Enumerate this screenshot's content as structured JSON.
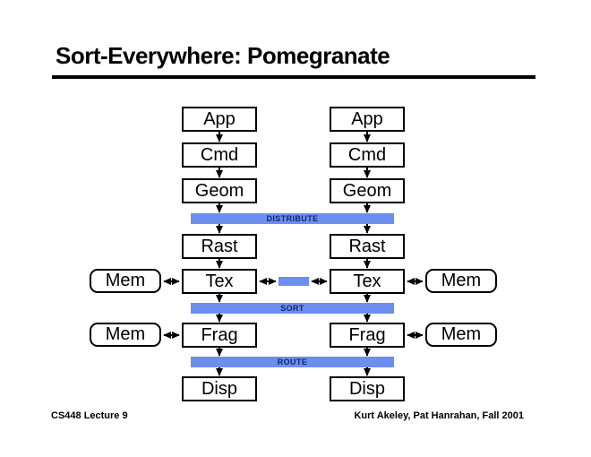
{
  "slide": {
    "title": "Sort-Everywhere: Pomegranate",
    "footer_left": "CS448 Lecture 9",
    "footer_right": "Kurt Akeley, Pat Hanrahan, Fall 2001"
  },
  "diagram": {
    "stage_labels": {
      "app": "App",
      "cmd": "Cmd",
      "geom": "Geom",
      "rast": "Rast",
      "tex": "Tex",
      "frag": "Frag",
      "disp": "Disp",
      "mem": "Mem"
    },
    "bar_labels": {
      "distribute": "DISTRIBUTE",
      "sort": "SORT",
      "route": "ROUTE"
    },
    "colors": {
      "bar_fill": "#6C8EEF",
      "bar_text": "#17266B",
      "line": "#000000",
      "background": "#FFFFFF"
    },
    "structure_note": "Two parallel pipelines App-Cmd-Geom-Rast-Tex-Frag-Disp crossed by DISTRIBUTE, SORT and ROUTE interconnect bars; Mem units attach to Tex and Frag stages; Tex units linked to each other through a network segment."
  }
}
